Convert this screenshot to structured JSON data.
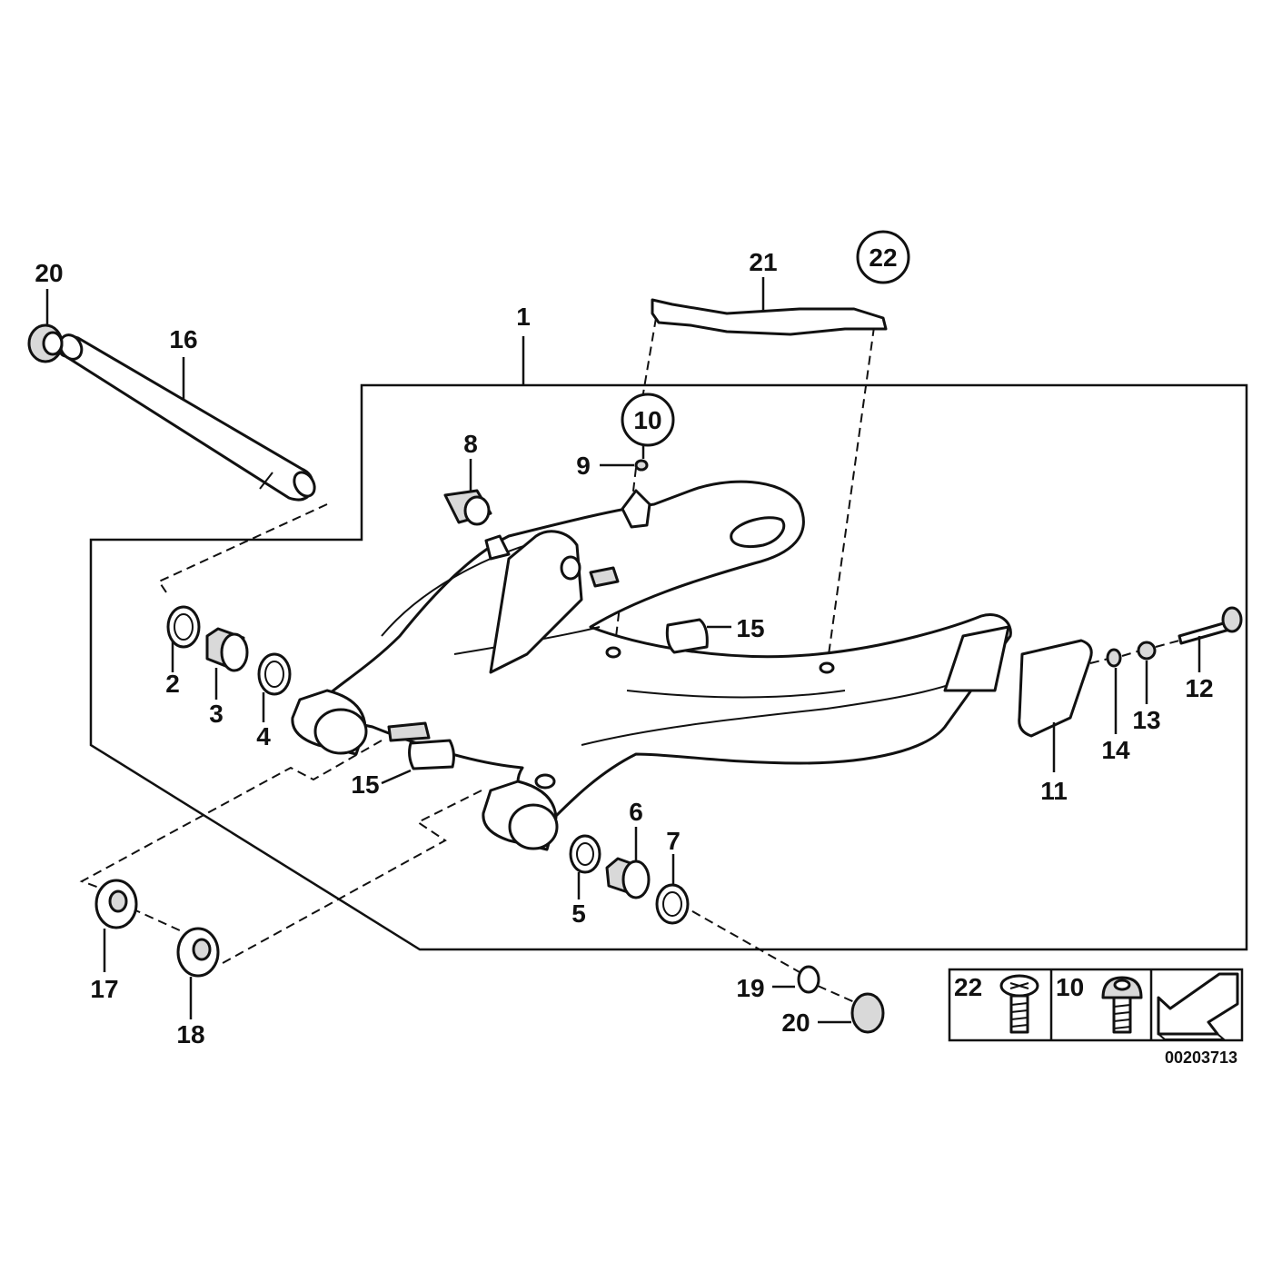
{
  "labels": {
    "l1": "1",
    "l2": "2",
    "l3": "3",
    "l4": "4",
    "l5": "5",
    "l6": "6",
    "l7": "7",
    "l8": "8",
    "l9": "9",
    "l10": "10",
    "l11": "11",
    "l12": "12",
    "l13": "13",
    "l14": "14",
    "l15a": "15",
    "l15b": "15",
    "l16": "16",
    "l17": "17",
    "l18": "18",
    "l19": "19",
    "l20a": "20",
    "l20b": "20",
    "l21": "21",
    "l22": "22"
  },
  "legend": {
    "item22": "22",
    "item10": "10"
  },
  "diagram_id": "00203713"
}
